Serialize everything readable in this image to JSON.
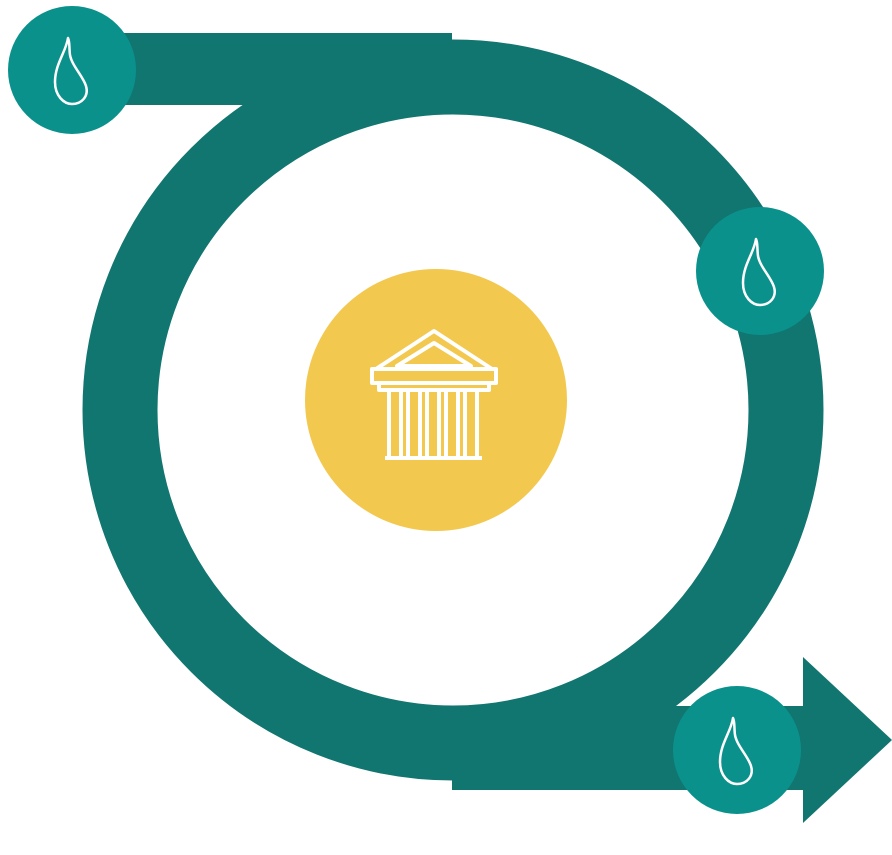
{
  "diagram": {
    "title_fragment": "",
    "colors": {
      "loop": "#117570",
      "node": "#0b918c",
      "node_outline": "#ffffff",
      "hub": "#f3c84f",
      "hub_icon": "#ffffff",
      "background": "#ffffff"
    },
    "nodes": [
      {
        "id": "node-top-left",
        "icon": "water-drop-icon"
      },
      {
        "id": "node-right",
        "icon": "water-drop-icon"
      },
      {
        "id": "node-bottom",
        "icon": "water-drop-icon"
      }
    ],
    "hub": {
      "icon": "institution-building-icon"
    },
    "arrow": {
      "direction": "right"
    }
  }
}
